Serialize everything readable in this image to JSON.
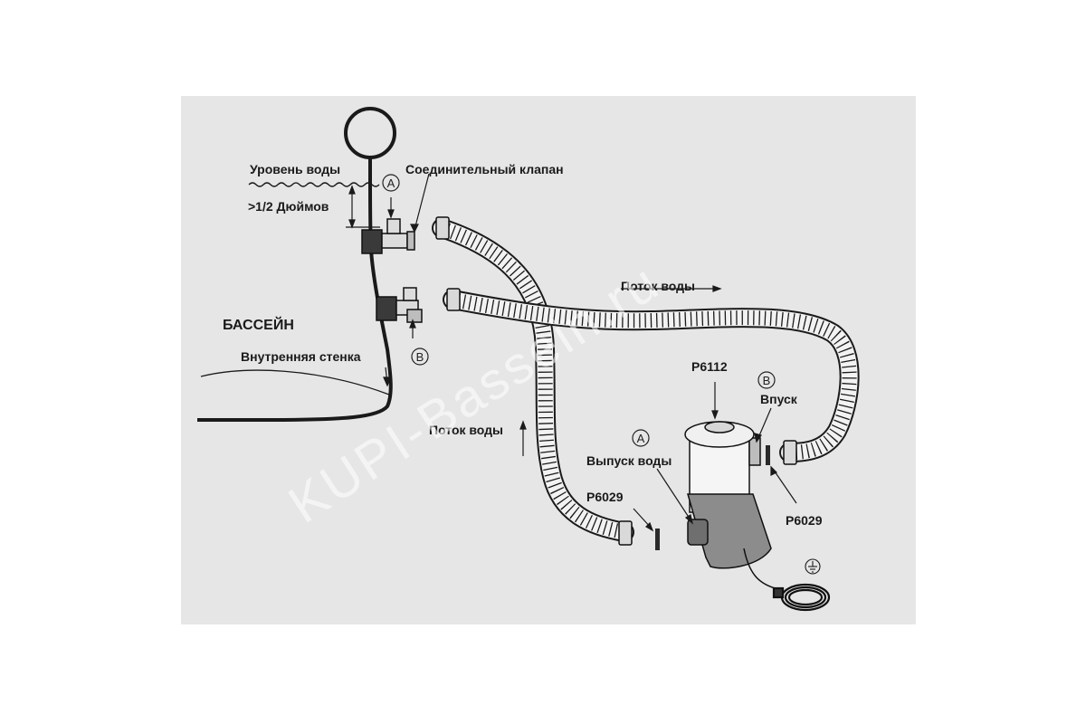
{
  "labels": {
    "water_level": "Уровень воды",
    "depth": ">1/2 Дюймов",
    "connector_valve": "Соединительный клапан",
    "pool": "БАССЕЙН",
    "inner_wall": "Внутренняя стенка",
    "flow_top": "Поток воды",
    "flow_left": "Поток воды",
    "pump_model": "P6112",
    "inlet": "Впуск",
    "outlet": "Выпуск воды",
    "gasket_left": "P6029",
    "gasket_right": "P6029",
    "marker_a_top": "A",
    "marker_b_top": "B",
    "marker_a_pump": "A",
    "marker_b_pump": "B"
  },
  "watermark": "KUPI-Bassein.ru",
  "colors": {
    "panel": "#e6e6e6",
    "line": "#1a1a1a",
    "pump_body": "#8c8c8c"
  },
  "icons": [
    "ground-symbol-icon",
    "power-cord-coil-icon"
  ]
}
